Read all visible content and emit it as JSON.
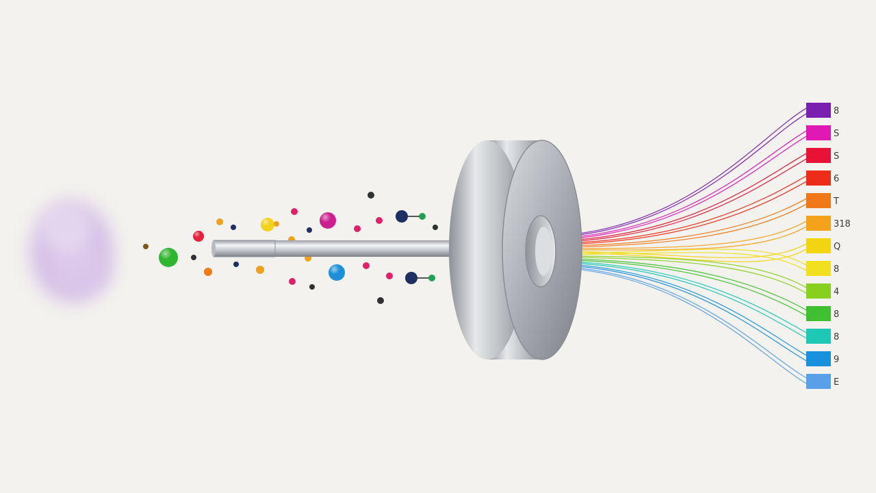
{
  "diagram": {
    "source_cloud_color": "#c9a8dc",
    "particle_colors": {
      "green": "#2fb52f",
      "red": "#e5213c",
      "orange": "#f07a1a",
      "amber": "#f0a020",
      "yellow": "#f2d21a",
      "magenta": "#cc1f8f",
      "pink": "#e0206a",
      "blue": "#1c8fd8",
      "navy": "#1e2f63",
      "dark": "#2f3133",
      "olive": "#7a5a1a",
      "bond_green": "#20a050"
    },
    "bins": [
      {
        "label": "8",
        "color": "#7b1fb0"
      },
      {
        "label": "S",
        "color": "#e018b4"
      },
      {
        "label": "S",
        "color": "#e81236"
      },
      {
        "label": "6",
        "color": "#ee2c1a"
      },
      {
        "label": "T",
        "color": "#f07818"
      },
      {
        "label": "318",
        "color": "#f4a21c"
      },
      {
        "label": "Q",
        "color": "#f2d410"
      },
      {
        "label": "8",
        "color": "#f0e020"
      },
      {
        "label": "4",
        "color": "#88d020"
      },
      {
        "label": "8",
        "color": "#40c030"
      },
      {
        "label": "8",
        "color": "#1ec8b4"
      },
      {
        "label": "9",
        "color": "#1890dc"
      },
      {
        "label": "E",
        "color": "#5aa0e8"
      }
    ]
  }
}
